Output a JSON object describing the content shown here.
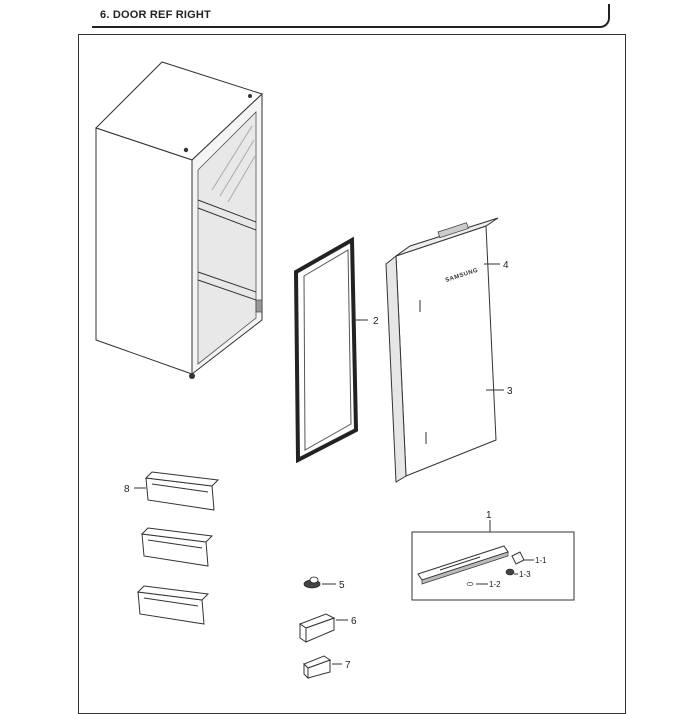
{
  "header": {
    "title": "6. DOOR REF RIGHT"
  },
  "parts": {
    "p1": "1",
    "p1_1": "1-1",
    "p1_2": "1-2",
    "p1_3": "1-3",
    "p2": "2",
    "p3": "3",
    "p4": "4",
    "p5": "5",
    "p6": "6",
    "p7": "7",
    "p8": "8"
  },
  "door_logo": "SAMSUNG"
}
